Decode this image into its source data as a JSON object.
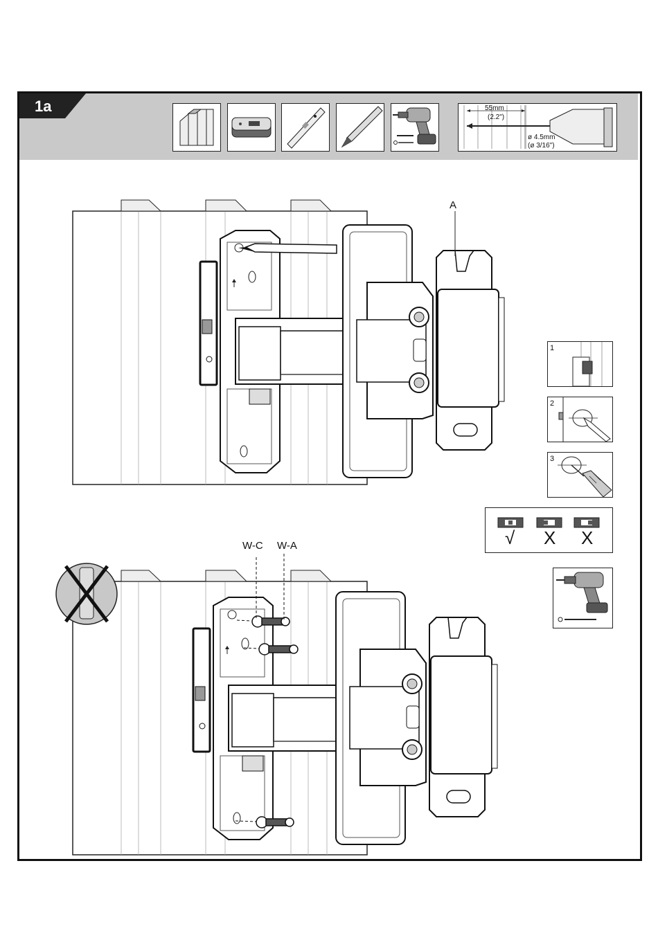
{
  "step": {
    "label": "1a"
  },
  "header_tools": [
    {
      "icon": "wall-panel-icon"
    },
    {
      "icon": "stud-finder-icon"
    },
    {
      "icon": "spirit-level-icon"
    },
    {
      "icon": "pencil-icon"
    },
    {
      "icon": "power-drill-icon"
    }
  ],
  "drill_spec": {
    "depth_mm": "55mm",
    "depth_in": "(2.2\")",
    "bit_mm": "ø 4.5mm",
    "bit_in": "(ø 3/16\")"
  },
  "callouts": {
    "part_a": "A",
    "washer_c": "W-C",
    "washer_a": "W-A"
  },
  "insets": {
    "step1": "1",
    "step2": "2",
    "step3": "3"
  },
  "level_check": {
    "ok": "√",
    "bad1": "X",
    "bad2": "X"
  },
  "colors": {
    "header_bg": "#c9c9c9",
    "badge_bg": "#222222",
    "line": "#111111"
  }
}
